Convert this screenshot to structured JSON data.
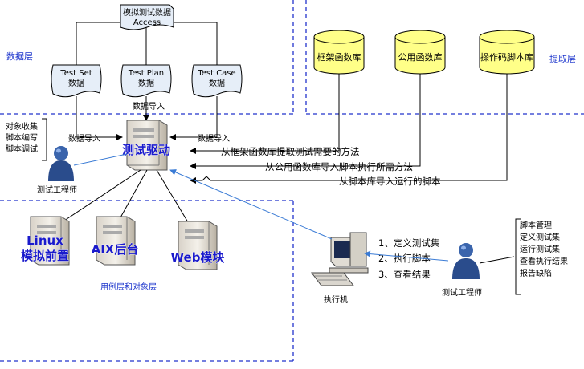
{
  "layers": {
    "data_layer": "数据层",
    "extract_layer": "提取层",
    "usecase_layer": "用例层和对象层"
  },
  "top_doc": {
    "line1": "模拟测试数据",
    "line2": "Access"
  },
  "data_docs": [
    {
      "line1": "Test Set",
      "line2": "数据"
    },
    {
      "line1": "Test Plan",
      "line2": "数据"
    },
    {
      "line1": "Test Case",
      "line2": "数据"
    }
  ],
  "databases": [
    "框架函数库",
    "公用函数库",
    "操作码脚本库"
  ],
  "import_labels": {
    "top": "数据导入",
    "left": "数据导入",
    "right": "数据导入"
  },
  "driver_label": "测试驱动",
  "flow_labels": [
    "从框架函数库提取测试需要的方法",
    "从公用函数库导入脚本执行所需方法",
    "从脚本库导入运行的脚本"
  ],
  "left_engineer": {
    "tasks": [
      "对象收集",
      "脚本编写",
      "脚本调试"
    ],
    "label": "测试工程师"
  },
  "servers": [
    {
      "line1": "Linux",
      "line2": "模拟前置"
    },
    {
      "line1": "AIX后台",
      "line2": ""
    },
    {
      "line1": "Web模块",
      "line2": ""
    }
  ],
  "executor": {
    "label": "执行机",
    "steps": [
      "1、定义测试集",
      "2、执行脚本",
      "3、查看结果"
    ]
  },
  "right_engineer": {
    "label": "测试工程师",
    "tasks": [
      "脚本管理",
      "定义测试集",
      "运行测试集",
      "查看执行结果",
      "报告缺陷"
    ]
  },
  "colors": {
    "layer_border": "#2233cc",
    "layer_text": "#1a33cc",
    "db_fill": "#ffff88",
    "doc_fill": "#e6eef8",
    "server_text": "#1a1acc",
    "arrow_blue": "#3a7bd5"
  }
}
